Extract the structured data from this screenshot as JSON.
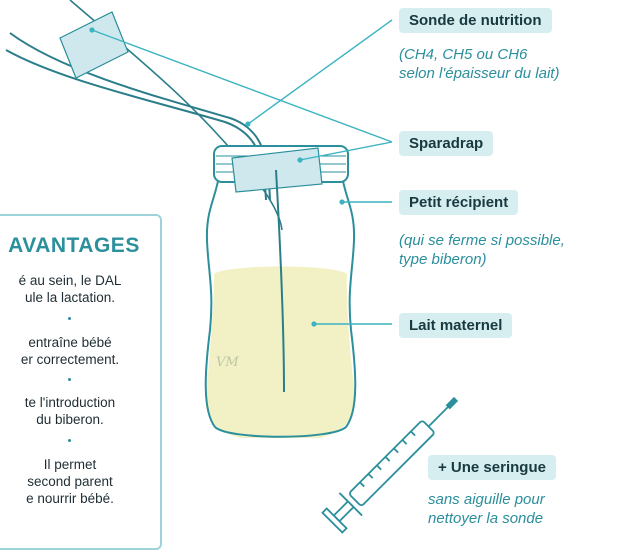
{
  "labels": {
    "sonde": "Sonde de nutrition",
    "sonde_sub_1": "(CH4, CH5 ou CH6",
    "sonde_sub_2": "selon l'épaisseur du lait)",
    "sparadrap": "Sparadrap",
    "recipient": "Petit récipient",
    "recipient_sub_1": "(qui se ferme si possible,",
    "recipient_sub_2": "type biberon)",
    "lait": "Lait maternel",
    "seringue": "+ Une seringue",
    "seringue_sub_1": "sans aiguille pour",
    "seringue_sub_2": "nettoyer la sonde"
  },
  "advantages": {
    "title": "AVANTAGES",
    "items": [
      "é au sein, le DAL\nule la lactation.",
      "entraîne bébé\ner correctement.",
      "te l'introduction\ndu biberon.",
      "Il permet\nsecond parent\ne nourrir bébé."
    ]
  },
  "watermark": "VM",
  "colors": {
    "accent": "#2b8f9c",
    "label_bg": "#d7eef1",
    "label_text": "#17393f",
    "bottle_outline": "#2b8f9c",
    "milk": "#f2f1c6",
    "tape": "#cfe8ee",
    "line": "#3bb3c2"
  }
}
